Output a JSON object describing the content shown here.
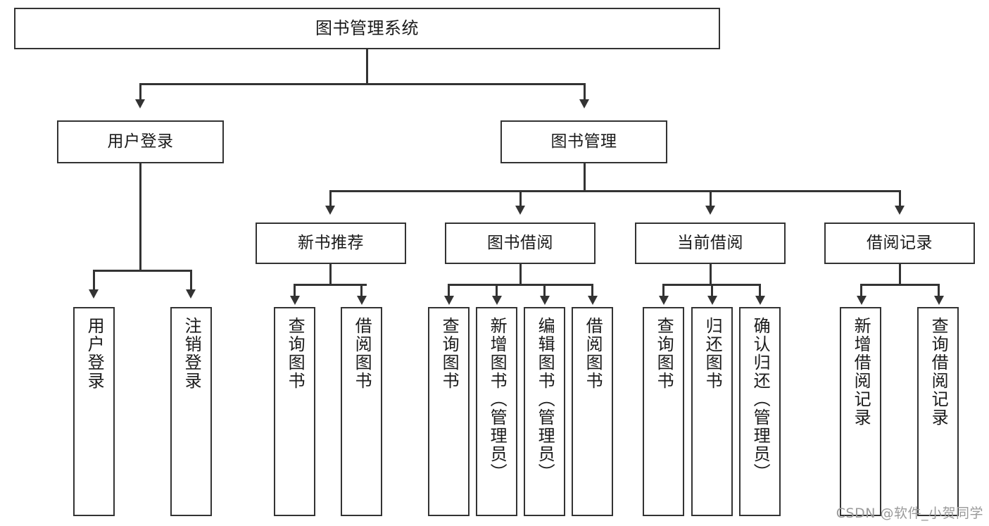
{
  "diagram": {
    "type": "tree",
    "title": "图书管理系统",
    "watermark": "CSDN @软件_小贺同学",
    "colors": {
      "stroke": "#333333",
      "fill": "#ffffff",
      "text": "#1a1a1a",
      "watermark": "#9a9a9a"
    },
    "levels": {
      "root": {
        "label": "图书管理系统"
      },
      "level2": [
        {
          "label": "用户登录"
        },
        {
          "label": "图书管理"
        }
      ],
      "level3": [
        {
          "label": "新书推荐"
        },
        {
          "label": "图书借阅"
        },
        {
          "label": "当前借阅"
        },
        {
          "label": "借阅记录"
        }
      ],
      "leaves": {
        "user_login": [
          {
            "label": "用户登录"
          },
          {
            "label": "注销登录"
          }
        ],
        "new_book": [
          {
            "label": "查询图书"
          },
          {
            "label": "借阅图书"
          }
        ],
        "book_borrow": [
          {
            "label": "查询图书"
          },
          {
            "label": "新增图书（管理员）"
          },
          {
            "label": "编辑图书（管理员）"
          },
          {
            "label": "借阅图书"
          }
        ],
        "current_borrow": [
          {
            "label": "查询图书"
          },
          {
            "label": "归还图书"
          },
          {
            "label": "确认归还（管理员）"
          }
        ],
        "borrow_record": [
          {
            "label": "新增借阅记录"
          },
          {
            "label": "查询借阅记录"
          }
        ]
      }
    }
  }
}
